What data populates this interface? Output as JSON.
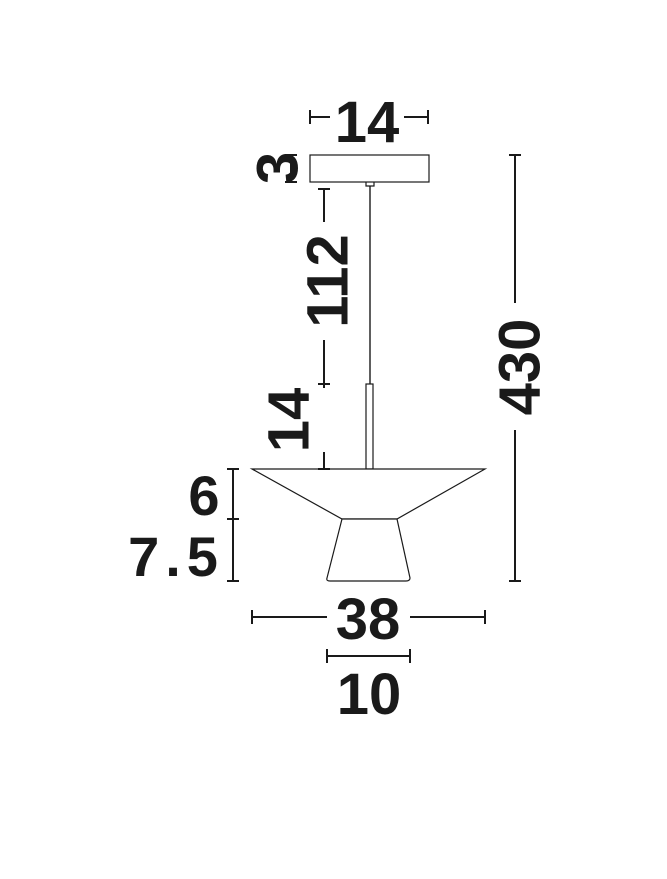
{
  "diagram": {
    "labels": {
      "canopy_width": "14",
      "canopy_height": "3",
      "cable_length": "112",
      "rod_length": "14",
      "shade_top_height": "6",
      "shade_bottom_height": "7.5",
      "total_height": "430",
      "shade_width": "38",
      "bottom_width": "10"
    },
    "colors": {
      "line": "#1a1a1a",
      "background": "#ffffff"
    }
  }
}
